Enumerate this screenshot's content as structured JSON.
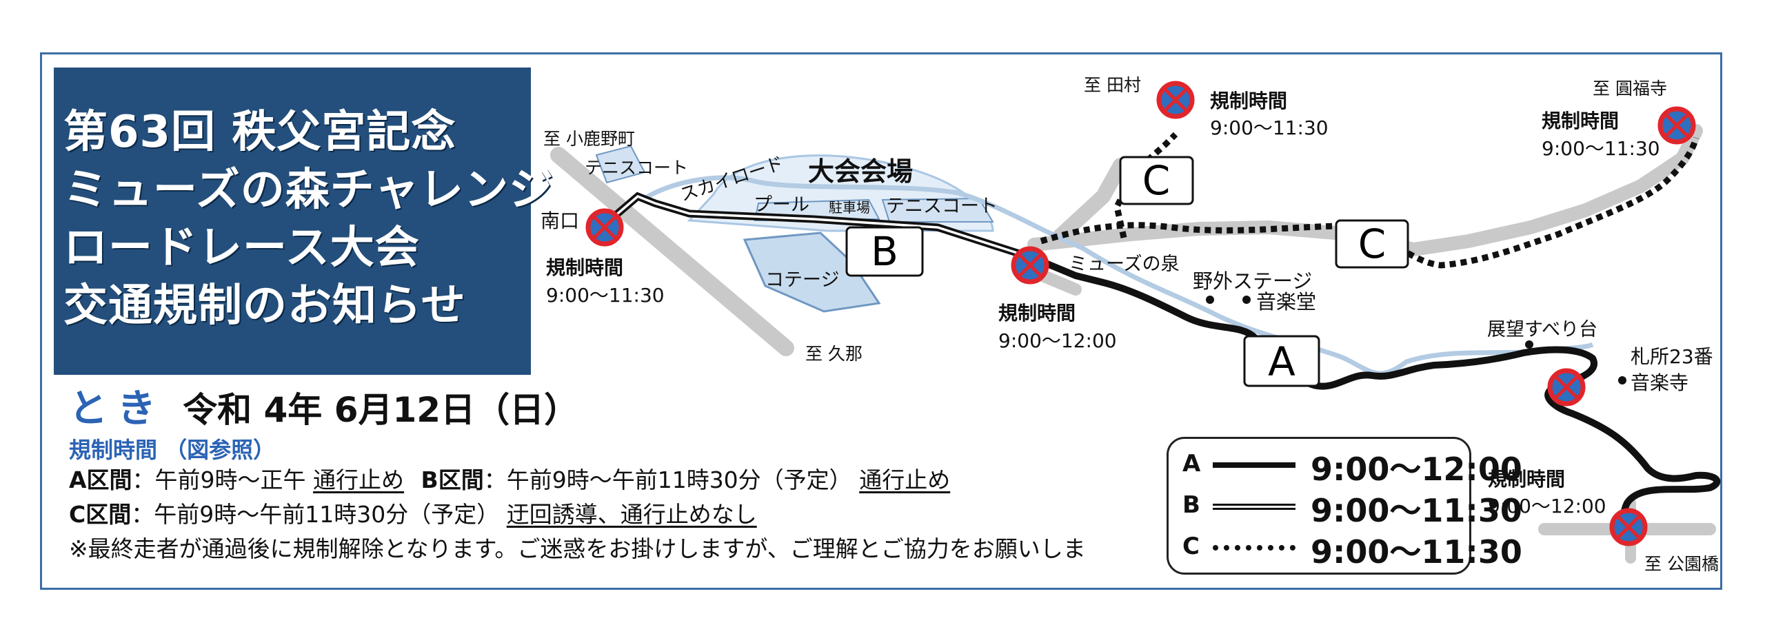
{
  "title": {
    "lines": [
      "第63回 秩父宮記念",
      "ミューズの森チャレンジ",
      "ロードレース大会",
      "交通規制のお知らせ"
    ]
  },
  "date": {
    "label": "とき",
    "value": "令和 4年  6月12日（日）"
  },
  "regulation_heading": "規制時間 （図参照）",
  "sections": {
    "a_label": "A区間",
    "a_text": "：午前9時～正午",
    "a_status": "通行止め",
    "b_label": "B区間",
    "b_text": "：午前9時～午前11時30分（予定）",
    "b_status": "通行止め",
    "c_label": "C区間",
    "c_text": "：午前9時～午前11時30分（予定）",
    "c_status": "迂回誘導、通行止めなし"
  },
  "note": "※最終走者が通過後に規制解除となります。ご迷惑をお掛けしますが、ご理解とご協力をお願いしま",
  "legend": [
    {
      "letter": "A",
      "time": "9:00〜12:00"
    },
    {
      "letter": "B",
      "time": "9:00〜11:30"
    },
    {
      "letter": "C",
      "time": "9:00〜11:30"
    }
  ],
  "map": {
    "to_kokano": "至 小鹿野町",
    "to_kuna": "至 久那",
    "to_tamura": "至 田村",
    "to_enpukuji": "至 圓福寺",
    "to_koenbashi": "至 公園橋",
    "tennis_court_1": "テニスコート",
    "tennis_court_2": "テニスコート",
    "skyroad": "スカイロード",
    "venue": "大会会場",
    "pool": "プール",
    "parking": "駐車場",
    "cottage": "コテージ",
    "south_gate": "南口",
    "muse_spring": "ミューズの泉",
    "outdoor_stage": "野外ステージ",
    "music_hall": "音楽堂",
    "slide": "展望すべり台",
    "fudasho_1": "札所23番",
    "fudasho_2": "音楽寺",
    "section_a": "A",
    "section_b": "B",
    "section_c": "C",
    "checkpoints": [
      {
        "label": "規制時間",
        "time": "9:00～11:30"
      },
      {
        "label": "規制時間",
        "time": "9:00～12:00"
      },
      {
        "label": "規制時間",
        "time": "9:00～11:30"
      },
      {
        "label": "規制時間",
        "time": "9:00～11:30"
      },
      {
        "label": "規制時間",
        "time": "9:00～12:00"
      }
    ]
  }
}
